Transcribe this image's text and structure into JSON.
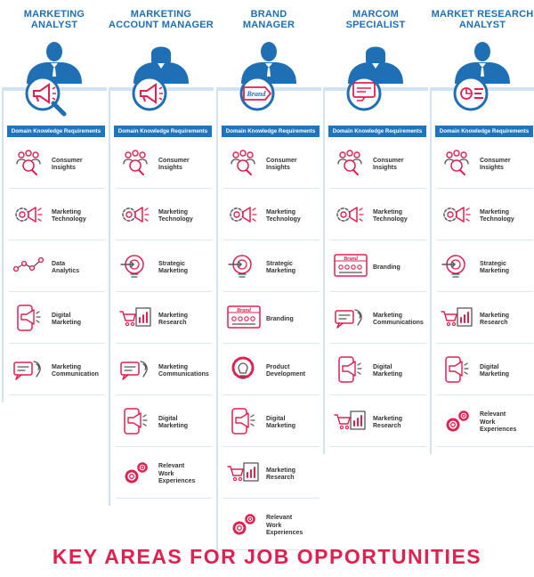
{
  "footer_title": "KEY AREAS FOR JOB OPPORTUNITIES",
  "dk_label": "Domain Knowledge Requirements",
  "colors": {
    "blue": "#1f6fb5",
    "red": "#e02050",
    "band": "#cfe3f4"
  },
  "columns": [
    {
      "title": "MARKETING\nANALYST",
      "badge_icon": "megaphone-icon",
      "items": [
        {
          "label": "Consumer\nInsights",
          "icon": "consumer-insights-icon"
        },
        {
          "label": "Marketing\nTechnology",
          "icon": "marketing-technology-icon"
        },
        {
          "label": "Data\nAnalytics",
          "icon": "data-analytics-icon"
        },
        {
          "label": "Digital\nMarketing",
          "icon": "digital-marketing-icon"
        },
        {
          "label": "Marketing\nCommunication",
          "icon": "marketing-communication-icon"
        }
      ]
    },
    {
      "title": "MARKETING\nACCOUNT MANAGER",
      "badge_icon": "megaphone-icon",
      "items": [
        {
          "label": "Consumer\nInsights",
          "icon": "consumer-insights-icon"
        },
        {
          "label": "Marketing\nTechnology",
          "icon": "marketing-technology-icon"
        },
        {
          "label": "Strategic\nMarketing",
          "icon": "strategic-marketing-icon"
        },
        {
          "label": "Marketing\nResearch",
          "icon": "marketing-research-icon"
        },
        {
          "label": "Marketing\nCommunications",
          "icon": "marketing-communication-icon"
        },
        {
          "label": "Digital\nMarketing",
          "icon": "digital-marketing-icon"
        },
        {
          "label": "Relevant\nWork\nExperiences",
          "icon": "gears-icon"
        }
      ]
    },
    {
      "title": "BRAND\nMANAGER",
      "badge_icon": "brand-tag-icon",
      "badge_text": "Brand",
      "items": [
        {
          "label": "Consumer\nInsights",
          "icon": "consumer-insights-icon"
        },
        {
          "label": "Marketing\nTechnology",
          "icon": "marketing-technology-icon"
        },
        {
          "label": "Strategic\nMarketing",
          "icon": "strategic-marketing-icon"
        },
        {
          "label": "Branding",
          "icon": "branding-icon",
          "icon_text": "Brand"
        },
        {
          "label": "Product\nDevelopment",
          "icon": "product-development-icon"
        },
        {
          "label": "Digital\nMarketing",
          "icon": "digital-marketing-icon"
        },
        {
          "label": "Marketing\nResearch",
          "icon": "marketing-research-icon"
        },
        {
          "label": "Relevant\nWork\nExperiences",
          "icon": "gears-icon"
        }
      ]
    },
    {
      "title": "MARCOM\nSPECIALIST",
      "badge_icon": "chat-like-icon",
      "items": [
        {
          "label": "Consumer\nInsights",
          "icon": "consumer-insights-icon"
        },
        {
          "label": "Marketing\nTechnology",
          "icon": "marketing-technology-icon"
        },
        {
          "label": "Branding",
          "icon": "branding-icon",
          "icon_text": "Brand"
        },
        {
          "label": "Marketing\nCommunications",
          "icon": "marketing-communication-icon"
        },
        {
          "label": "Digital\nMarketing",
          "icon": "digital-marketing-icon"
        },
        {
          "label": "Marketing\nResearch",
          "icon": "marketing-research-icon"
        }
      ]
    },
    {
      "title": "MARKET RESEARCH\nANALYST",
      "badge_icon": "report-chart-icon",
      "items": [
        {
          "label": "Consumer\nInsights",
          "icon": "consumer-insights-icon"
        },
        {
          "label": "Marketing\nTechnology",
          "icon": "marketing-technology-icon"
        },
        {
          "label": "Strategic\nMarketing",
          "icon": "strategic-marketing-icon"
        },
        {
          "label": "Marketing\nResearch",
          "icon": "marketing-research-icon"
        },
        {
          "label": "Digital\nMarketing",
          "icon": "digital-marketing-icon"
        },
        {
          "label": "Relevant\nWork\nExperiences",
          "icon": "gears-icon"
        }
      ]
    }
  ]
}
